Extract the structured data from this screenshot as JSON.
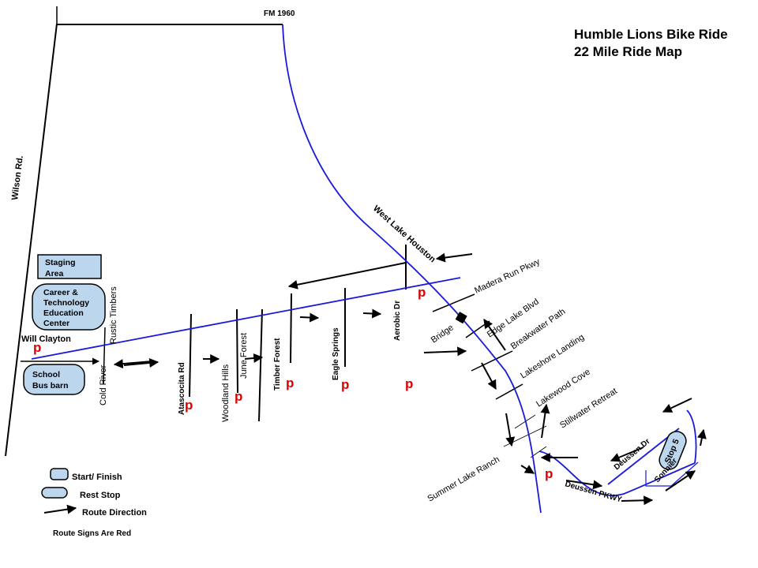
{
  "title": {
    "line1": "Humble Lions Bike Ride",
    "line2": "22 Mile Ride Map"
  },
  "roads": {
    "fm1960": "FM 1960",
    "wilson": "Wilson Rd.",
    "west_lake_houston": "West Lake Houston",
    "will_clayton": "Will Clayton",
    "rustic_timbers": "Rustic Timbers",
    "cold_river": "Cold River",
    "atascocita": "Atascocita Rd",
    "woodland_hills": "Woodland Hills",
    "june_forest": "June Forest",
    "timber_forest": "Timber Forest",
    "eagle_springs": "Eagle Springs",
    "aerobic": "Aerobic Dr",
    "madera_run": "Madera Run Pkwy",
    "edge_lake": "Edge Lake Blvd",
    "bridge": "Bridge",
    "breakwater": "Breakwater Path",
    "lakeshore": "Lakeshore Landing",
    "lakewood": "Lakewood Cove",
    "stillwater": "Stillwater Retreat",
    "summer_lake": "Summer Lake Ranch",
    "deussen_dr": "Deussen Dr",
    "deussen_pkwy": "Deussen PKWY",
    "sonnier": "Sonnier"
  },
  "places": {
    "staging_line1": "Staging",
    "staging_line2": "Area",
    "career_line1": "Career &",
    "career_line2": "Technology",
    "career_line3": "Education",
    "career_line4": "Center",
    "school_line1": "School",
    "school_line2": "Bus barn",
    "stop5": "Stop 5"
  },
  "signs": {
    "p": "p"
  },
  "legend": {
    "start_finish": "Start/ Finish",
    "rest_stop": "Rest Stop",
    "route_direction": "Route Direction",
    "route_signs": "Route Signs Are Red"
  },
  "colors": {
    "route_blue": "#1a1adb",
    "sign_red": "#e00000",
    "box_fill": "#bcd6ee",
    "road_black": "#000000"
  }
}
